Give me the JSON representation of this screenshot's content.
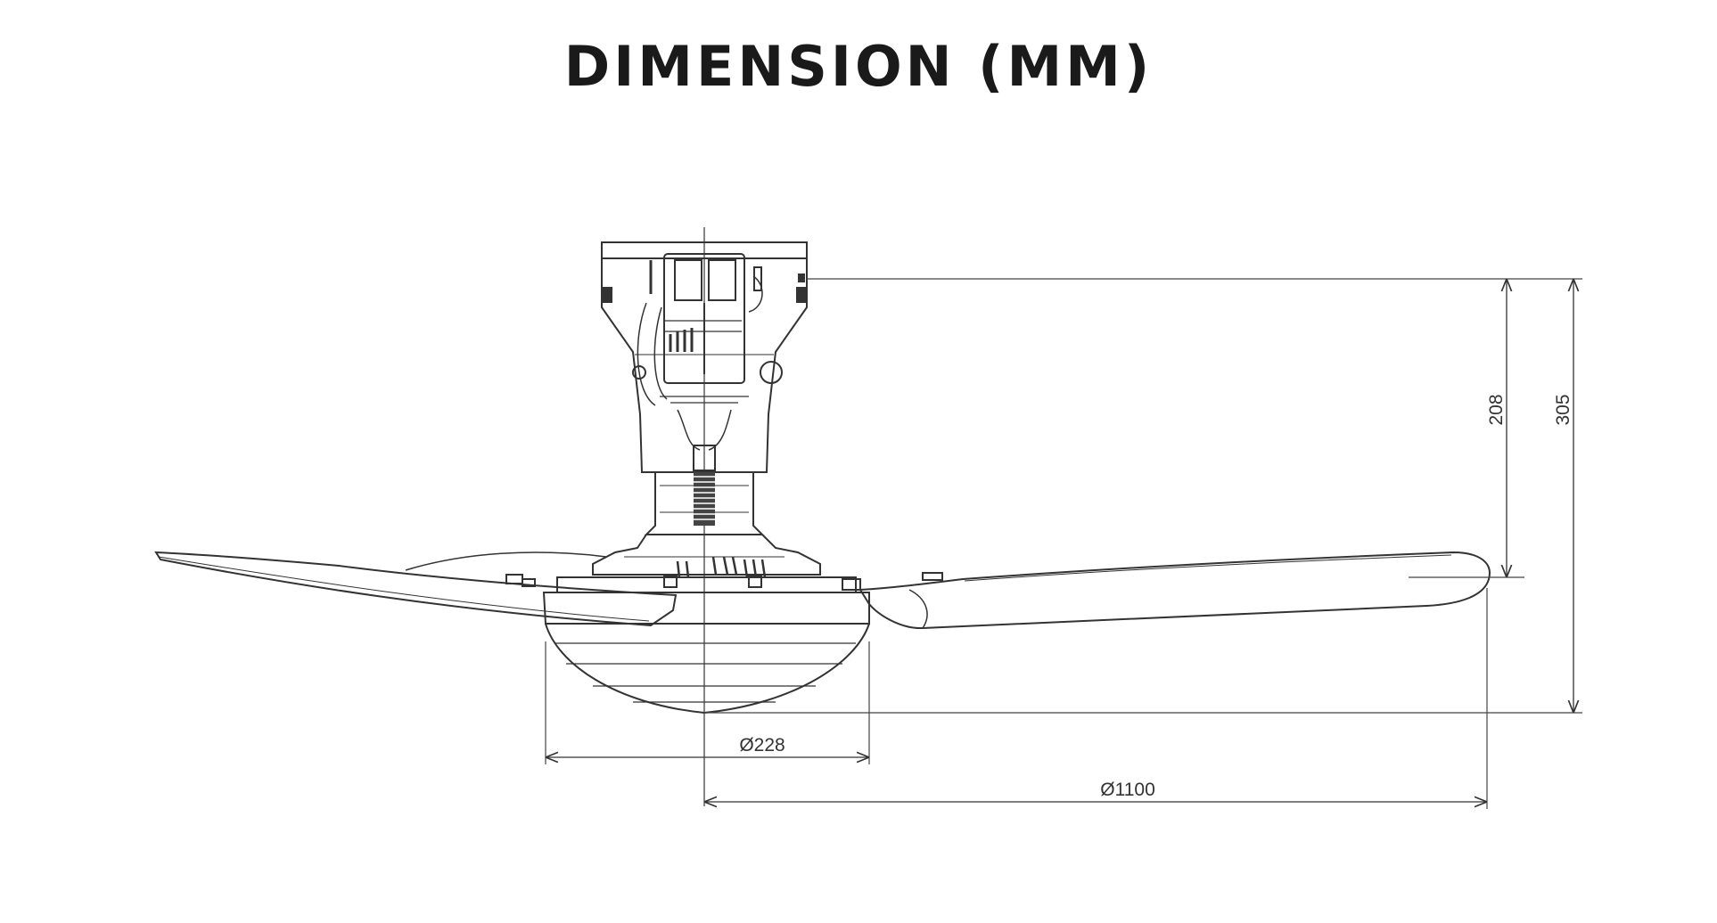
{
  "title": "DIMENSION (MM)",
  "dimensions": {
    "light_diameter": "Ø228",
    "fan_diameter": "Ø1100",
    "motor_height": "208",
    "total_height": "305"
  },
  "colors": {
    "line": "#333333",
    "background": "#ffffff"
  }
}
